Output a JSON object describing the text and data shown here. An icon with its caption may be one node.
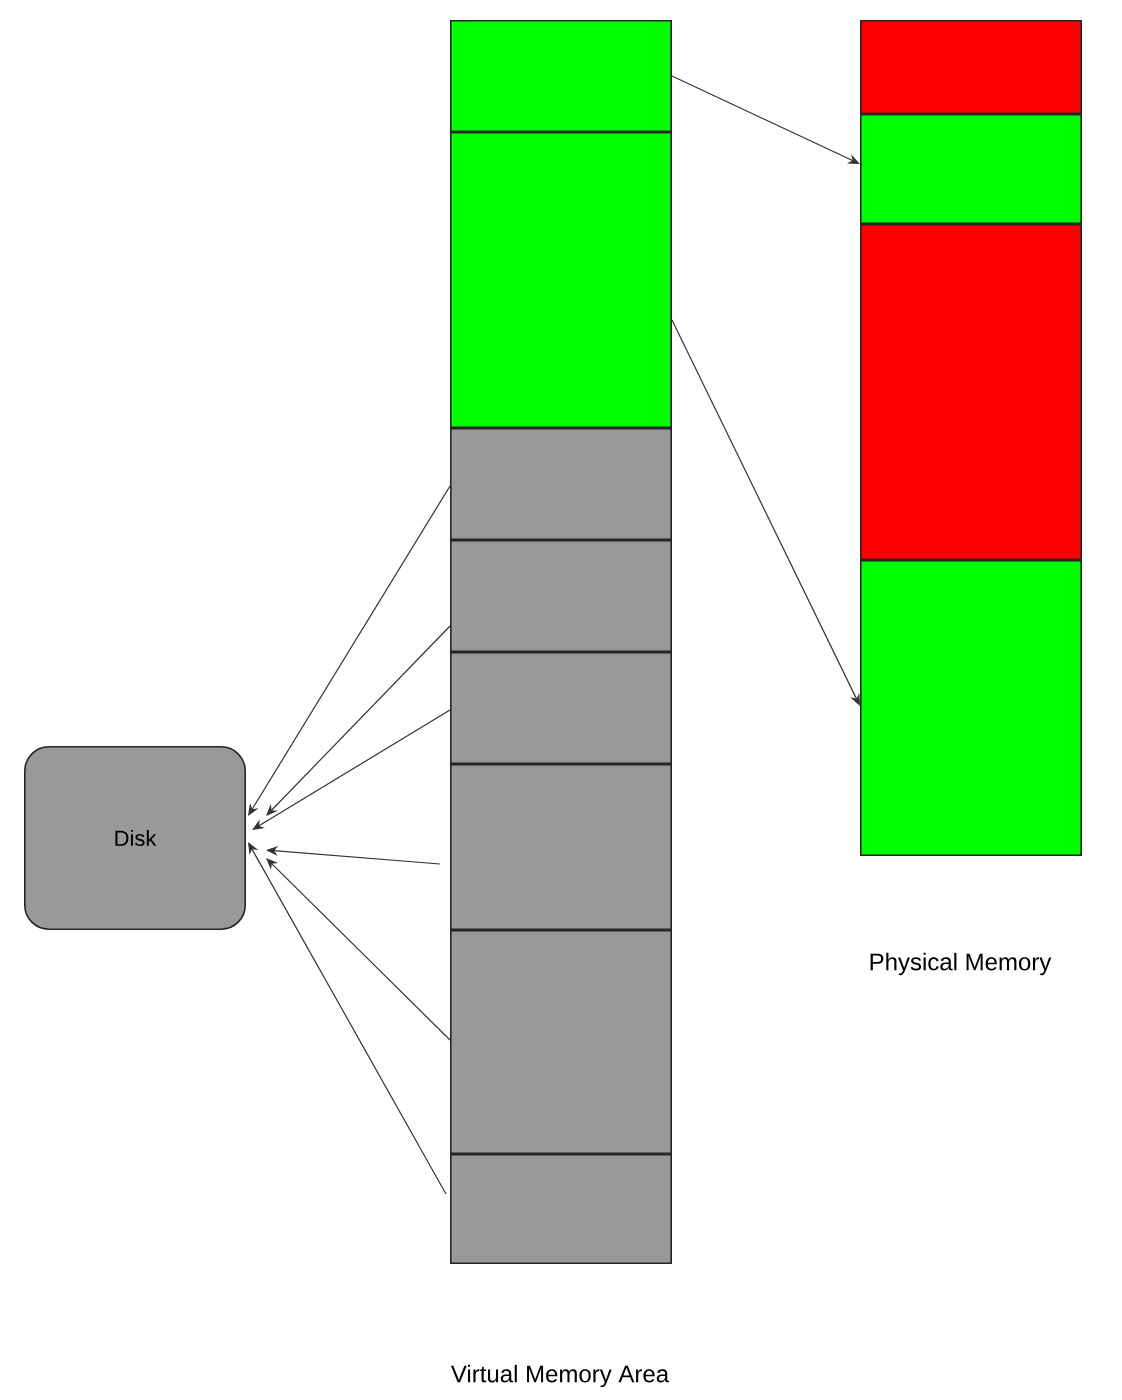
{
  "diagram": {
    "nodes": [
      {
        "text": [
          "Disk"
        ]
      },
      {
        "text": [],
        "shape": "box"
      },
      {
        "text": [],
        "shape": "box"
      },
      {
        "text": [],
        "shape": "box"
      },
      {
        "text": [],
        "shape": "box"
      },
      {
        "text": [],
        "shape": "box"
      },
      {
        "text": [],
        "shape": "box"
      },
      {
        "text": [],
        "shape": "box"
      },
      {
        "text": [],
        "shape": "box"
      },
      {
        "text": [],
        "shape": "box"
      },
      {
        "text": [],
        "shape": "box"
      },
      {
        "text": [],
        "shape": "box"
      },
      {
        "text": [],
        "shape": "box"
      }
    ],
    "edges": [
      {
        "from": 1,
        "to": 10,
        "arrow": "to"
      },
      {
        "from": 2,
        "to": 12,
        "arrow": "to"
      },
      {
        "from": 3,
        "to": 0,
        "arrow": "to"
      },
      {
        "from": 4,
        "to": 0,
        "arrow": "to"
      },
      {
        "from": 5,
        "to": 0,
        "arrow": "to"
      },
      {
        "from": 6,
        "to": 0,
        "arrow": "to"
      },
      {
        "from": 7,
        "to": 0,
        "arrow": "to"
      },
      {
        "from": 8,
        "to": 0,
        "arrow": "to"
      }
    ],
    "labels": [
      "Physical Memory",
      "Virtual Memory Area"
    ]
  }
}
